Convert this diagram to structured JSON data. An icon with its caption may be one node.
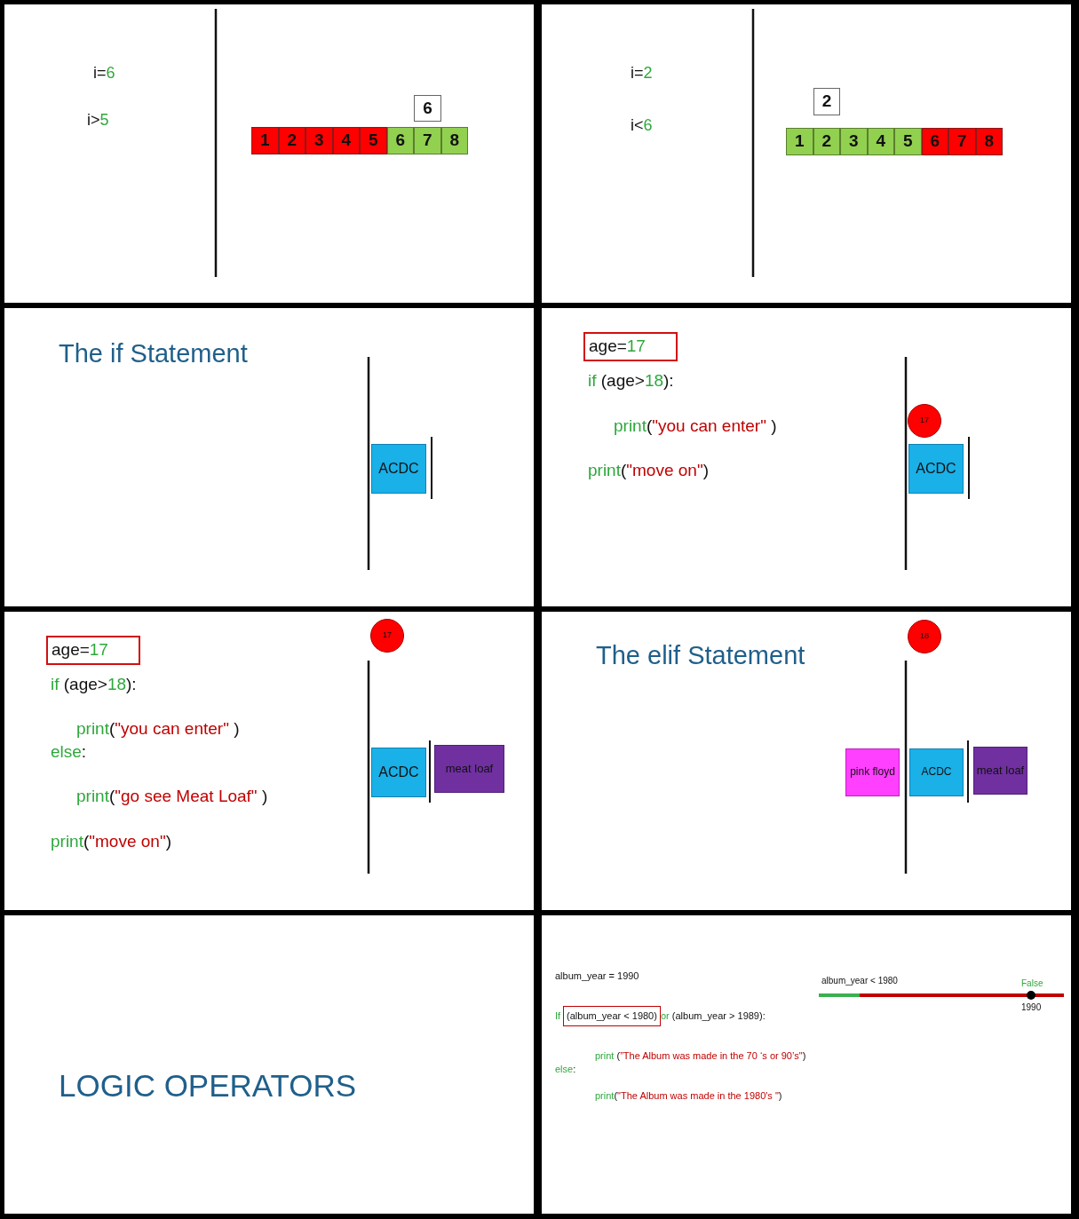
{
  "diagram": {
    "nodes": [
      {
        "text": [
          "6"
        ]
      },
      {
        "text": [
          "1"
        ]
      },
      {
        "text": [
          "2"
        ]
      },
      {
        "text": [
          "3"
        ]
      },
      {
        "text": [
          "4"
        ]
      },
      {
        "text": [
          "5"
        ]
      },
      {
        "text": [
          "6"
        ]
      },
      {
        "text": [
          "7"
        ]
      },
      {
        "text": [
          "8"
        ]
      },
      {
        "text": [
          "2"
        ]
      },
      {
        "text": [
          "1"
        ]
      },
      {
        "text": [
          "2"
        ]
      },
      {
        "text": [
          "3"
        ]
      },
      {
        "text": [
          "4"
        ]
      },
      {
        "text": [
          "5"
        ]
      },
      {
        "text": [
          "6"
        ]
      },
      {
        "text": [
          "7"
        ]
      },
      {
        "text": [
          "8"
        ]
      },
      {
        "text": [
          "ACDC"
        ]
      },
      {
        "text": [
          "age=17"
        ]
      },
      {
        "text": [
          "17"
        ]
      },
      {
        "text": [
          "ACDC"
        ]
      },
      {
        "text": [
          "age=17"
        ]
      },
      {
        "text": [
          "17"
        ]
      },
      {
        "text": [
          "ACDC"
        ]
      },
      {
        "text": [
          "meat loaf"
        ]
      },
      {
        "text": [
          "18"
        ]
      },
      {
        "text": [
          "pink floyd"
        ]
      },
      {
        "text": [
          "ACDC"
        ]
      },
      {
        "text": [
          "meat loaf"
        ]
      },
      {
        "text": [
          "(album_year < 1980)"
        ]
      }
    ],
    "labels": [
      "i=6",
      "i>5",
      "i=2",
      "i<6",
      "The if Statement",
      "if (age>18):",
      "print(\"you can enter\" )",
      "print(\"move on\")",
      "if (age>18):",
      "print(\"you can enter\" )",
      "else:",
      "print(\"go see Meat Loaf\" )",
      "print(\"move on\")",
      "The elif Statement",
      "LOGIC OPERATORS",
      "album_year = 1990",
      "album_year < 1980",
      "False",
      "1990",
      "If",
      "or (album_year > 1989):",
      "print (”The Album was made in the 70 ‘s or 90’s\")",
      "else:",
      "print(\"The Album was made in the 1980's \")"
    ]
  }
}
